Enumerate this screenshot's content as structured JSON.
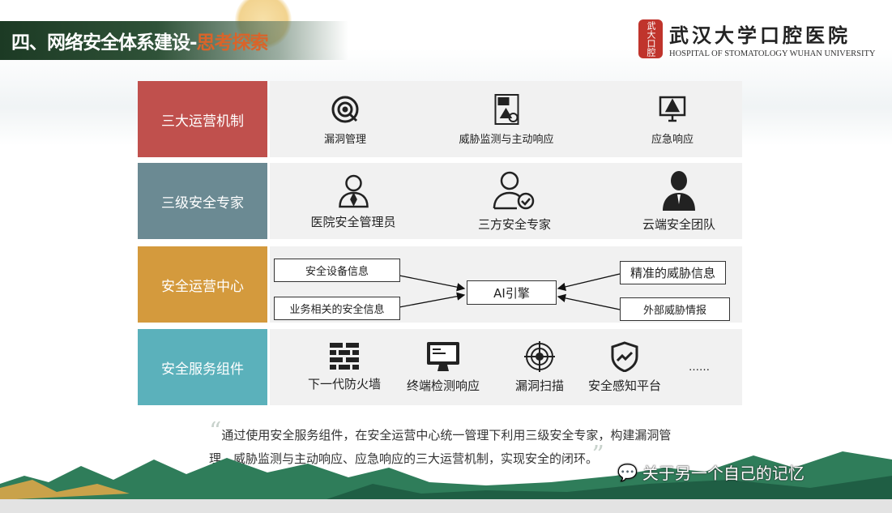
{
  "header": {
    "title_main": "四、网络安全体系建设-",
    "title_highlight": "思考探索"
  },
  "logo": {
    "seal": "武大口腔",
    "name_cn": "武汉大学口腔医院",
    "name_en": "HOSPITAL OF STOMATOLOGY WUHAN UNIVERSITY"
  },
  "rows": [
    {
      "label": "三大运营机制",
      "color": "#c0504d",
      "items": [
        {
          "icon": "vulnerability-gear-icon",
          "label": "漏洞管理"
        },
        {
          "icon": "threat-monitor-document-icon",
          "label": "威胁监测与主动响应"
        },
        {
          "icon": "alert-monitor-icon",
          "label": "应急响应"
        }
      ]
    },
    {
      "label": "三级安全专家",
      "color": "#6b8a93",
      "items": [
        {
          "icon": "admin-user-icon",
          "label": "医院安全管理员"
        },
        {
          "icon": "verified-user-icon",
          "label": "三方安全专家"
        },
        {
          "icon": "team-user-icon",
          "label": "云端安全团队"
        }
      ]
    },
    {
      "label": "安全运营中心",
      "color": "#d49a3d",
      "center": "AI引擎",
      "inputs": [
        "安全设备信息",
        "业务相关的安全信息",
        "精准的威胁信息",
        "外部威胁情报"
      ]
    },
    {
      "label": "安全服务组件",
      "color": "#5bb1bb",
      "items": [
        {
          "icon": "firewall-icon",
          "label": "下一代防火墙"
        },
        {
          "icon": "endpoint-monitor-icon",
          "label": "终端检测响应"
        },
        {
          "icon": "scan-target-icon",
          "label": "漏洞扫描"
        },
        {
          "icon": "shield-trend-icon",
          "label": "安全感知平台"
        },
        {
          "icon": "ellipsis-icon",
          "label": "……"
        }
      ]
    }
  ],
  "quote": "通过使用安全服务组件，在安全运营中心统一管理下利用三级安全专家，构建漏洞管理、威胁监测与主动响应、应急响应的三大运营机制，实现安全的闭环。",
  "watermark": "关于另一个自己的记忆"
}
